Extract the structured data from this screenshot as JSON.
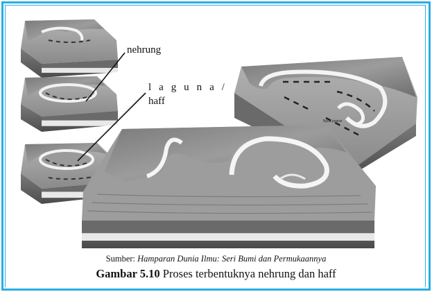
{
  "figure": {
    "labels": {
      "nehrung": "nehrung",
      "laguna": "l a g u n a /",
      "haff": "haff",
      "small_text": "Nyou pesisir"
    },
    "source_prefix": "Sumber:",
    "source_title": "Hamparan Dunia Ilmu: Seri Bumi dan Permukaannya",
    "caption_number": "Gambar 5.10",
    "caption_text": "Proses terbentuknya nehrung dan haff"
  }
}
